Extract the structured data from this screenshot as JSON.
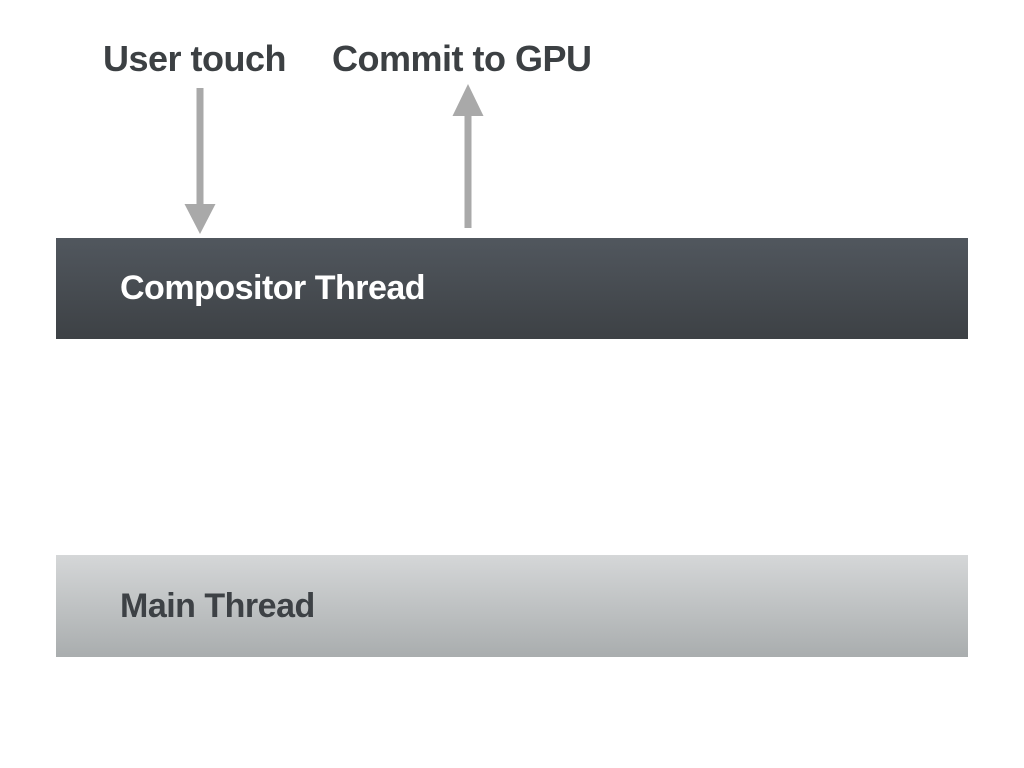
{
  "page": {
    "background": "#ffffff"
  },
  "annotations": [
    {
      "label": "User touch",
      "arrow_direction": "down"
    },
    {
      "label": "Commit to GPU",
      "arrow_direction": "up"
    }
  ],
  "bars": [
    {
      "label": "Compositor Thread",
      "text_color": "#ffffff",
      "gradient_top": "#51575e",
      "gradient_bottom": "#3d4145"
    },
    {
      "label": "Main Thread",
      "text_color": "#3d4145",
      "gradient_top": "#d5d7d8",
      "gradient_bottom": "#a9adae"
    }
  ],
  "colors": {
    "arrow": "#a9a9a9",
    "annotation_text": "#3c4043"
  }
}
